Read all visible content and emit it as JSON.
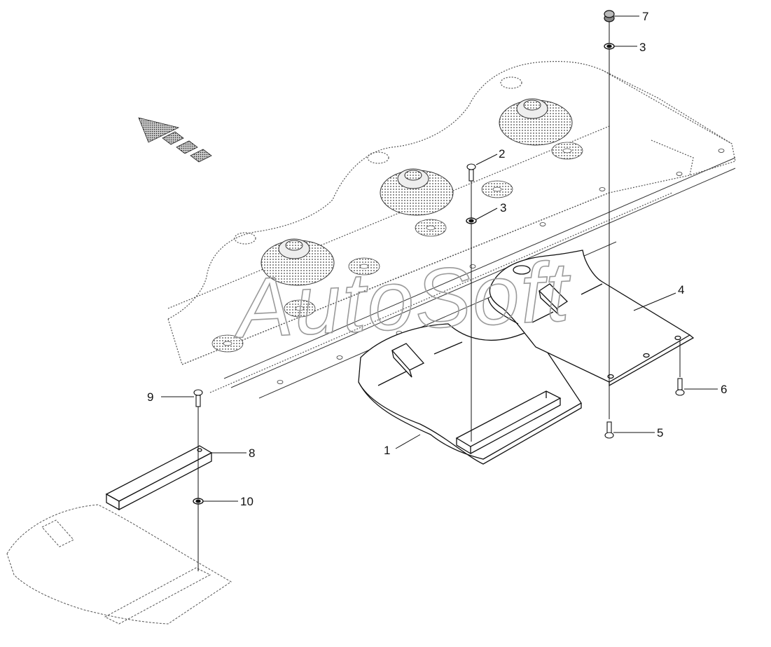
{
  "diagram": {
    "watermark": "AutoSoft",
    "callouts": {
      "c1": "1",
      "c2": "2",
      "c3a": "3",
      "c3b": "3",
      "c4": "4",
      "c5": "5",
      "c6": "6",
      "c7": "7",
      "c8": "8",
      "c9": "9",
      "c10": "10"
    },
    "colors": {
      "line": "#111111",
      "dotted": "#555555",
      "arrow_fill": "#888888"
    }
  }
}
